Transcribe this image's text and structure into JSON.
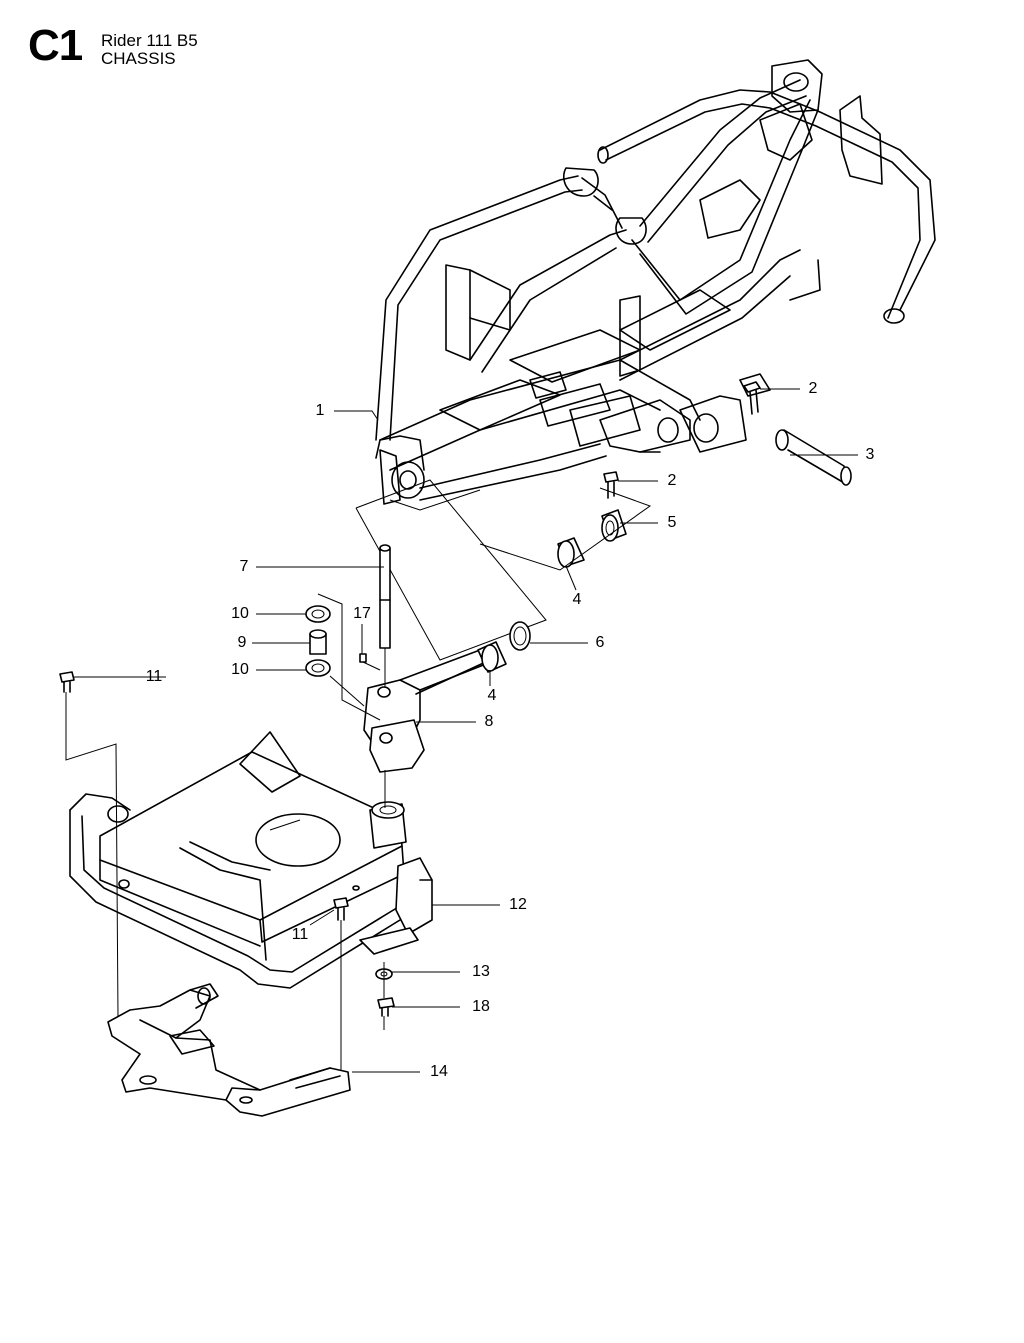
{
  "header": {
    "section_code": "C1",
    "model": "Rider 111 B5",
    "section_title": "CHASSIS"
  },
  "callouts": {
    "p1": "1",
    "p2a": "2",
    "p2b": "2",
    "p3": "3",
    "p4a": "4",
    "p4b": "4",
    "p5": "5",
    "p6": "6",
    "p7": "7",
    "p8": "8",
    "p9": "9",
    "p10a": "10",
    "p10b": "10",
    "p11a": "11",
    "p11b": "11",
    "p12": "12",
    "p13": "13",
    "p14": "14",
    "p17": "17",
    "p18": "18"
  }
}
